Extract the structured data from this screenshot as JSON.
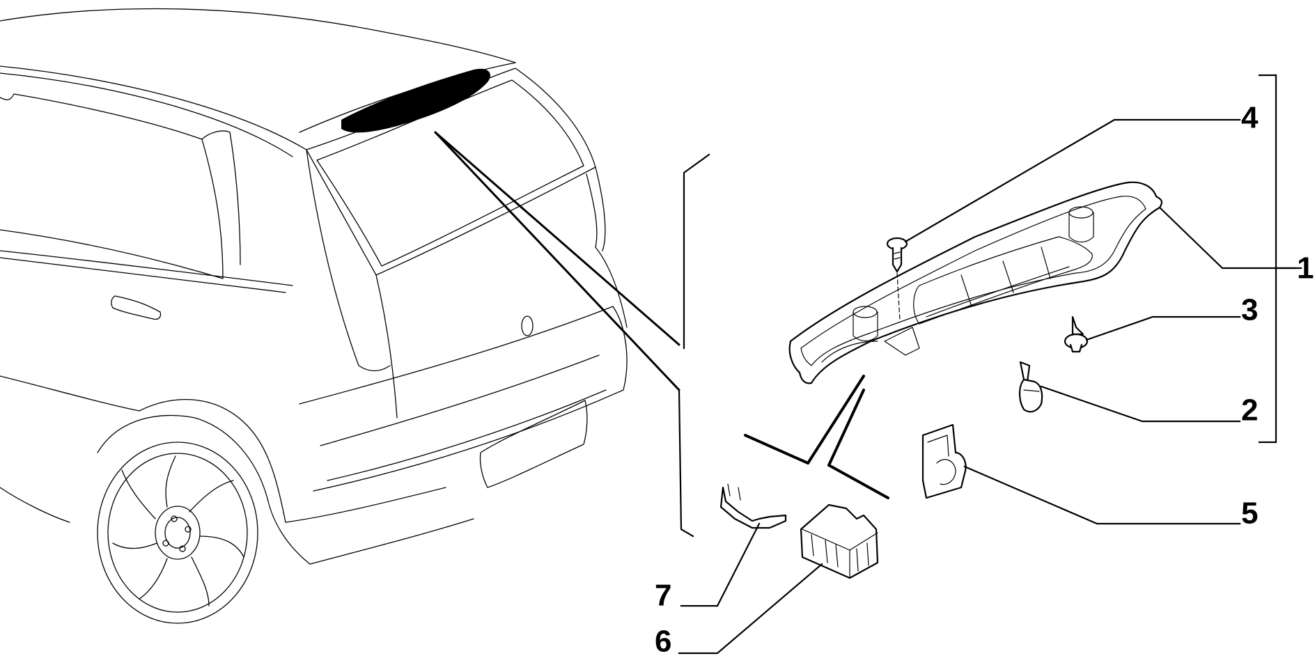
{
  "callouts": [
    {
      "id": "1",
      "label": "1"
    },
    {
      "id": "2",
      "label": "2"
    },
    {
      "id": "3",
      "label": "3"
    },
    {
      "id": "4",
      "label": "4"
    },
    {
      "id": "5",
      "label": "5"
    },
    {
      "id": "6",
      "label": "6"
    },
    {
      "id": "7",
      "label": "7"
    }
  ],
  "colors": {
    "ink": "#000000",
    "paper": "#ffffff"
  },
  "icons": {
    "vehicle": "hatchback-rear-view-icon",
    "lamp": "third-brake-light-icon",
    "connector": "electrical-connector-icon",
    "terminal": "terminal-clip-icon"
  }
}
